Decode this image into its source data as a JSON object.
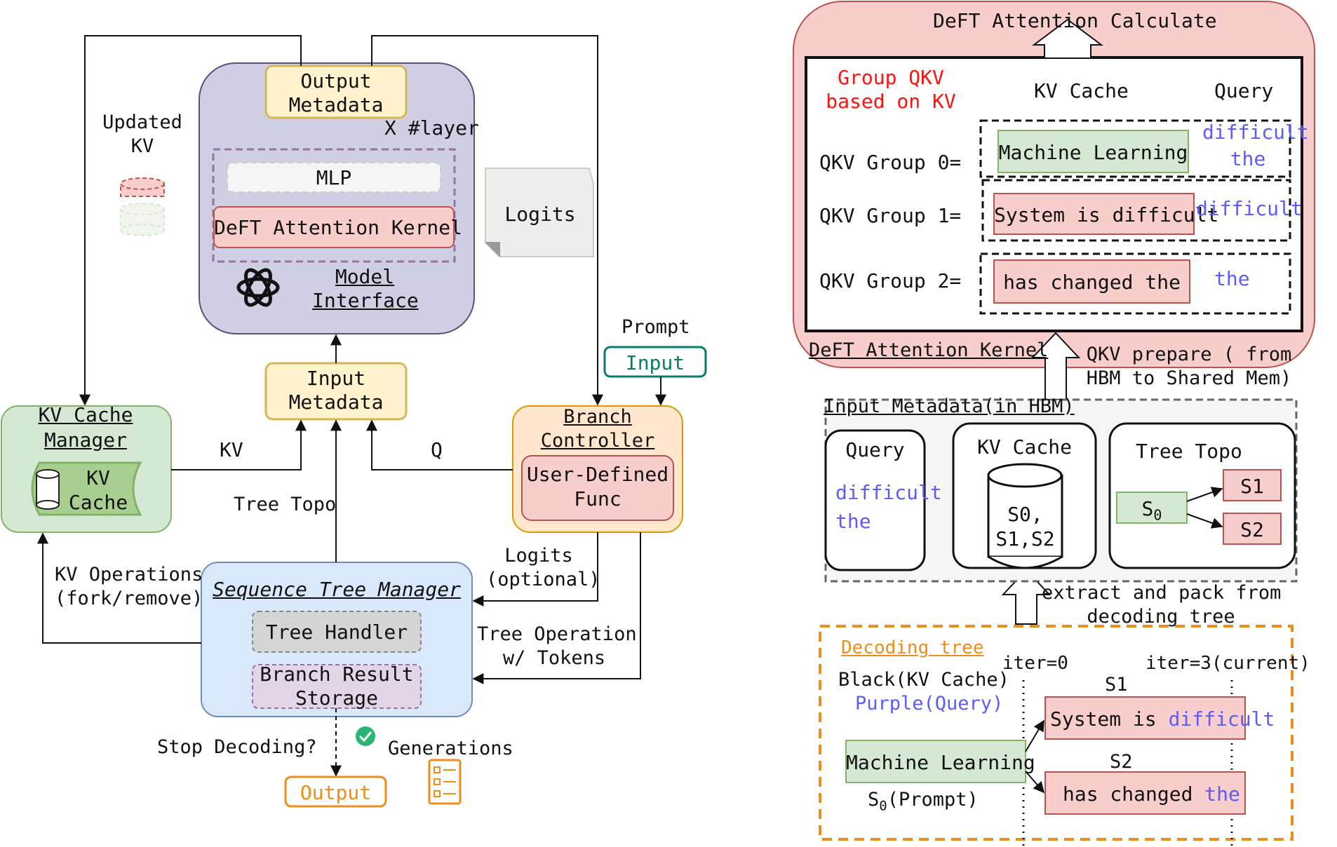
{
  "colors": {
    "purple_text": "#5b5bff",
    "red_text": "#ff1111",
    "orange": "#f08c19",
    "green_stroke": "#82b366",
    "green_fill": "#d5e8d4",
    "red_fill": "#f8cecc",
    "red_stroke": "#b85450",
    "yellow_fill": "#fff2cc",
    "yellow_stroke": "#d6b656",
    "blue_fill": "#dae8fc",
    "blue_stroke": "#6c8ebf",
    "lavender_fill": "#d0cee2",
    "teal": "#067d68"
  },
  "left": {
    "output_metadata": "Output\nMetadata",
    "layer_label": "X #layer",
    "updated_kv": "Updated\nKV",
    "mlp": "MLP",
    "deft_kernel": "DeFT Attention Kernel",
    "logits_doc": "Logits",
    "model_interface": "Model\nInterface",
    "prompt": "Prompt",
    "input_button": "Input",
    "input_metadata": "Input\nMetadata",
    "kv_cache_manager": "KV Cache\nManager",
    "kv_cache": "KV\nCache",
    "kv_edge": "KV",
    "q_edge": "Q",
    "tree_topo_edge": "Tree Topo",
    "branch_controller": "Branch\nController",
    "user_defined_func": "User-Defined\nFunc",
    "logits_optional": "Logits\n(optional)",
    "kv_operations": "KV Operations\n(fork/remove)",
    "sequence_tree_manager": "Sequence Tree Manager",
    "tree_handler": "Tree Handler",
    "branch_result_storage": "Branch Result\nStorage",
    "tree_operation": "Tree Operation\nw/ Tokens",
    "stop_decoding": "Stop Decoding?",
    "generations": "Generations",
    "output": "Output",
    "icons": [
      "openai-logo-icon",
      "database-icon",
      "check-circle-icon",
      "checklist-icon",
      "document-icon"
    ]
  },
  "right": {
    "title": "DeFT Attention Calculate",
    "group_qkv": "Group QKV\nbased on KV",
    "kv_cache_header": "KV Cache",
    "query_header": "Query",
    "groups": [
      {
        "label": "QKV Group 0=",
        "kv": "Machine Learning",
        "query": "difficult\nthe"
      },
      {
        "label": "QKV Group 1=",
        "kv": "System is difficult",
        "query": "difficult"
      },
      {
        "label": "QKV Group 2=",
        "kv": "has changed the",
        "query": "the"
      }
    ],
    "deft_attention_kernel": "DeFT Attention Kernel",
    "qkv_prepare": "QKV prepare ( from\nHBM to Shared Mem)",
    "input_metadata_hbm": "Input Metadata(in HBM)",
    "query_card_title": "Query",
    "query_card_values": "difficult\nthe",
    "kv_card_title": "KV Cache",
    "kv_card_values": "S0,\nS1,S2",
    "tree_topo_title": "Tree Topo",
    "topo_root": "S",
    "topo_root_sub": "0",
    "topo_s1": "S1",
    "topo_s2": "S2",
    "extract_pack": "extract and pack from\ndecoding tree",
    "decoding_tree": "Decoding tree",
    "iter0": "iter=0",
    "iter3": "iter=3(current)",
    "black_kv": "Black(KV Cache)",
    "purple_query": "Purple(Query)",
    "s1_label": "S1",
    "s2_label": "S2",
    "s1_kv_text": "System is ",
    "s1_query_text": "difficult",
    "s2_kv_text": "has changed ",
    "s2_query_text": "the",
    "root_node": "Machine Learning",
    "prompt_label_main": "S",
    "prompt_label_sub": "0",
    "prompt_label_rest": "(Prompt)"
  }
}
